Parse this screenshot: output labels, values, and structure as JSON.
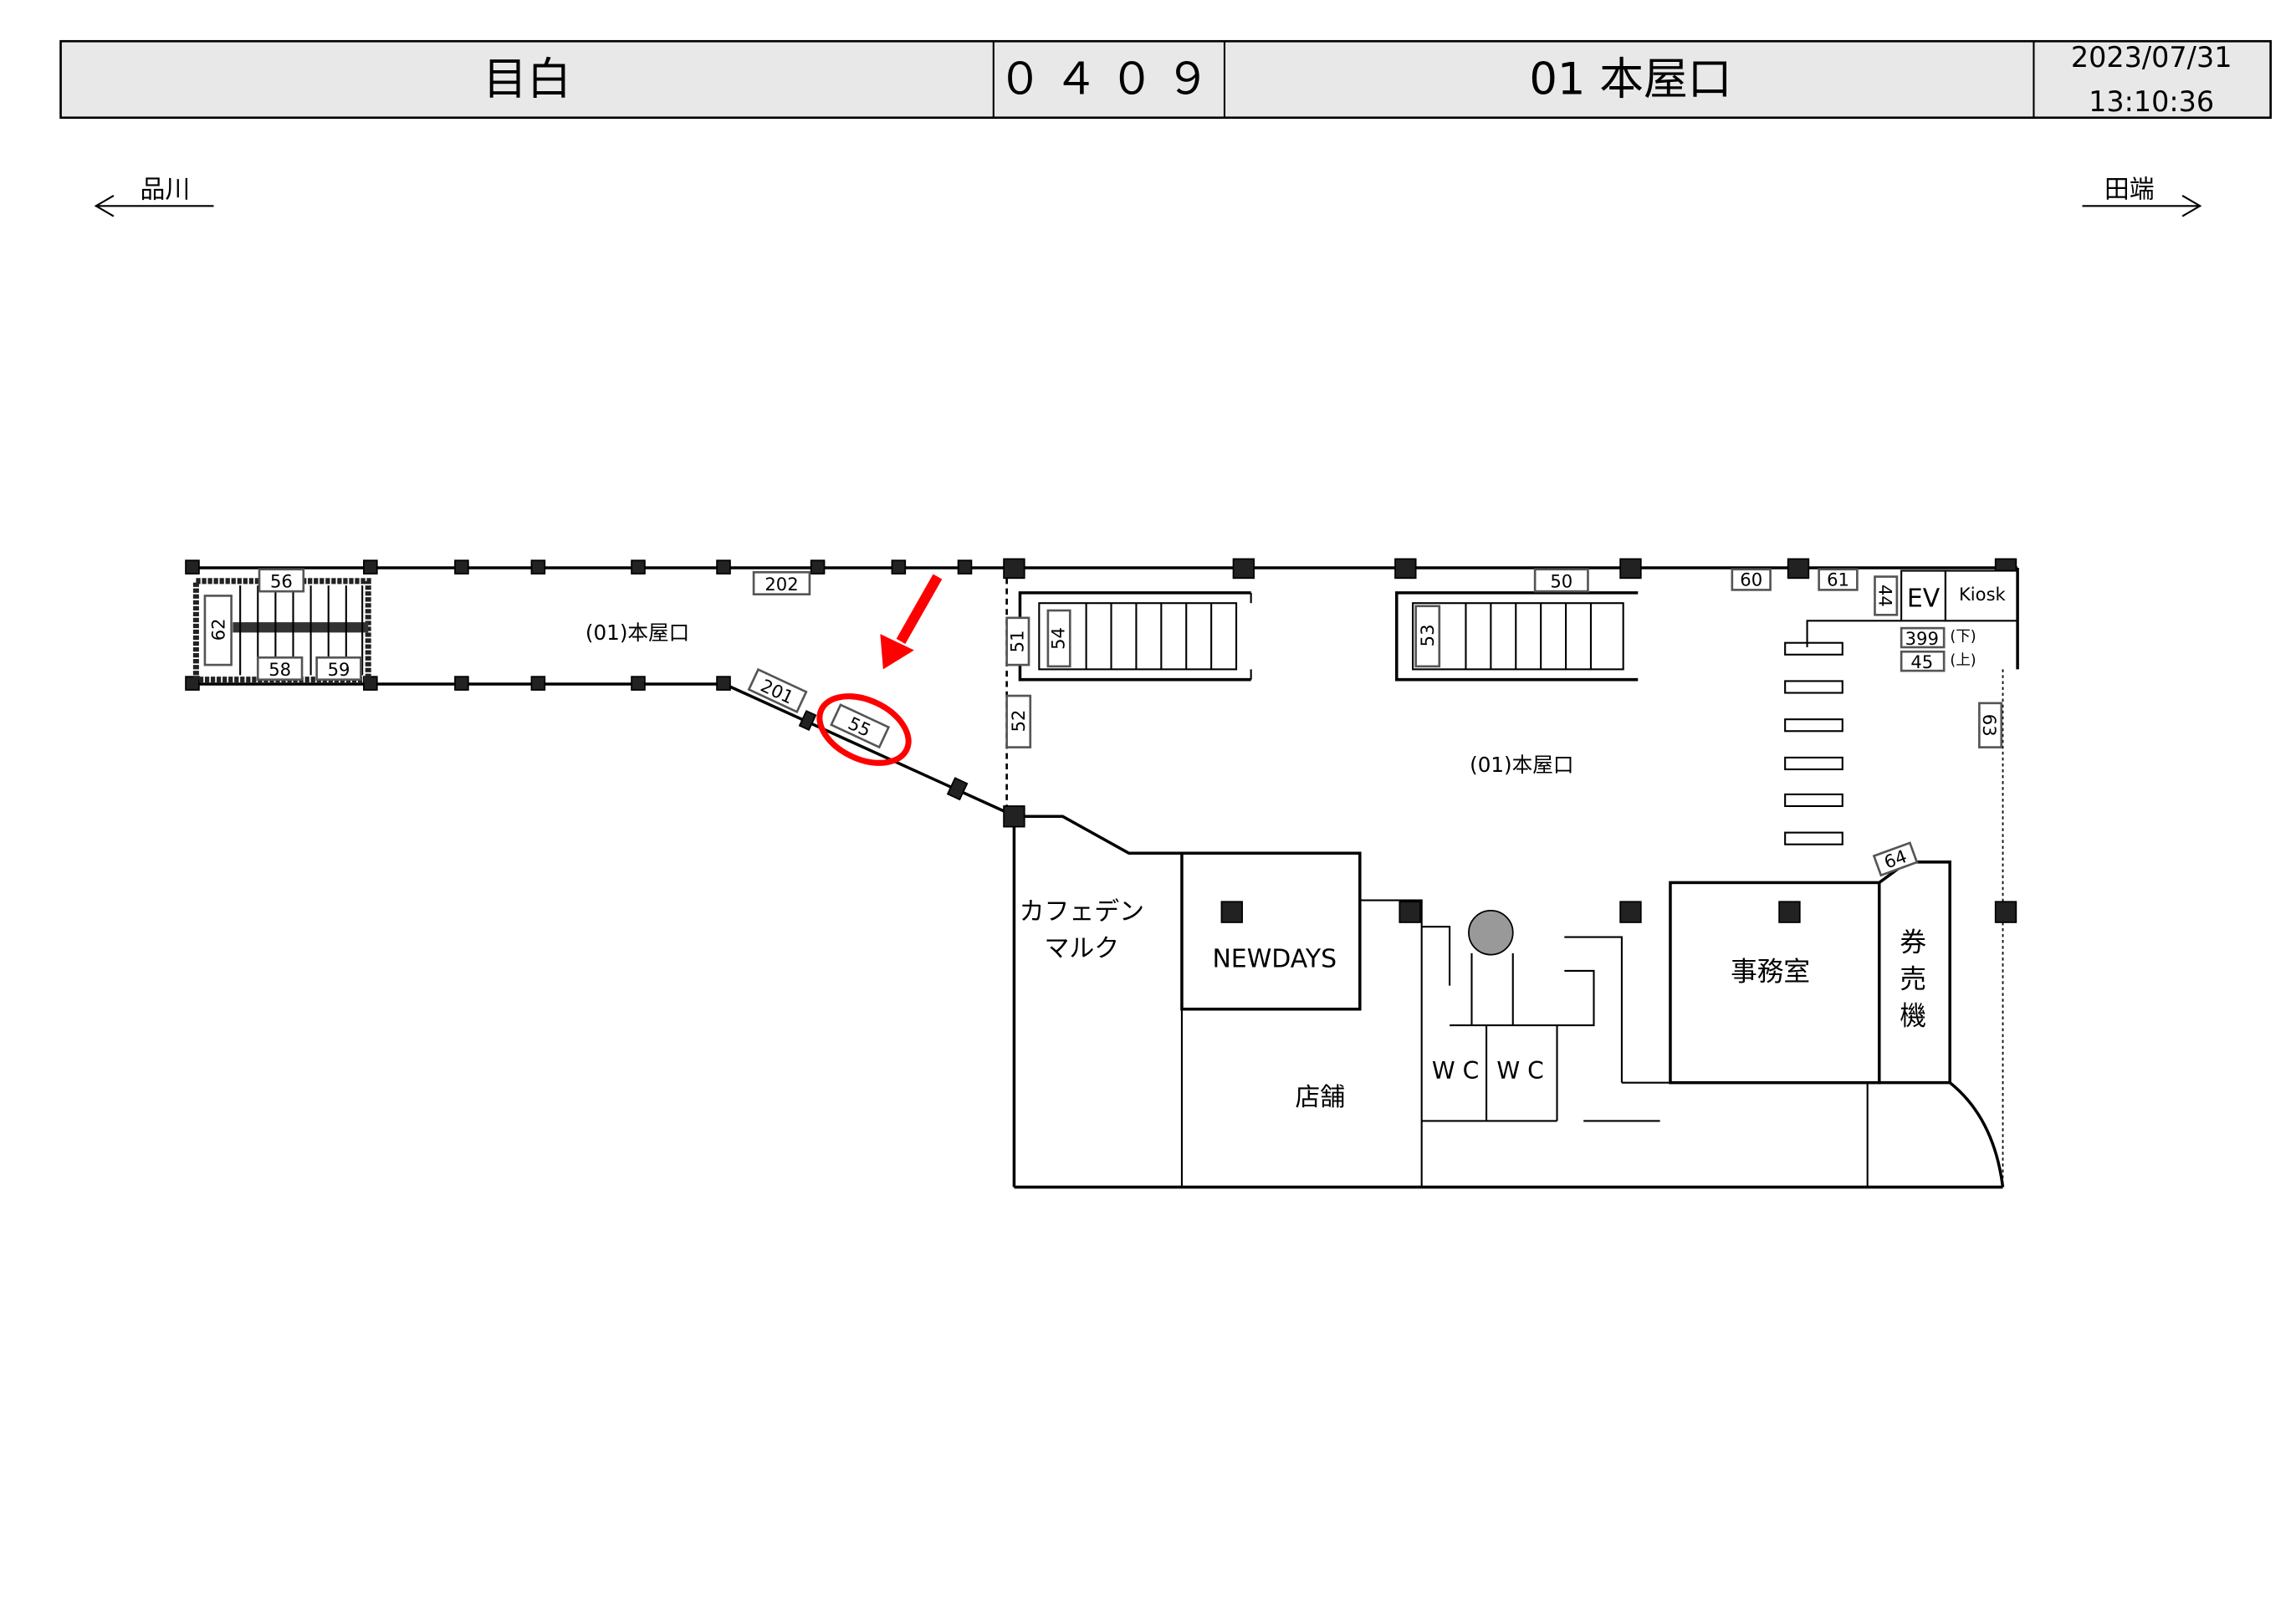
{
  "header": {
    "station": "目白",
    "code": "０４０９",
    "exit": "01  本屋口",
    "date": "2023/07/31",
    "time": "13:10:36"
  },
  "directions": {
    "left": "品川",
    "right": "田端"
  },
  "areas": {
    "concourse_west": "(01)本屋口",
    "concourse_main": "(01)本屋口",
    "cafe_line1": "カフェデン",
    "cafe_line2": "マルク",
    "newdays": "NEWDAYS",
    "shop": "店舗",
    "wc1": "W C",
    "wc2": "W C",
    "office": "事務室",
    "ticket1": "券",
    "ticket2": "売",
    "ticket3": "機",
    "ev": "EV",
    "kiosk": "Kiosk",
    "down": "(下)",
    "up": "(上)"
  },
  "labels": {
    "l56": "56",
    "l62": "62",
    "l58": "58",
    "l59": "59",
    "l202": "202",
    "l201": "201",
    "l55": "55",
    "l51": "51",
    "l54": "54",
    "l52": "52",
    "l53": "53",
    "l50": "50",
    "l60": "60",
    "l61": "61",
    "l44": "44",
    "l399": "399",
    "l45": "45",
    "l63": "63",
    "l64": "64"
  },
  "highlight": {
    "target_label": "55",
    "color": "#ff0000"
  }
}
